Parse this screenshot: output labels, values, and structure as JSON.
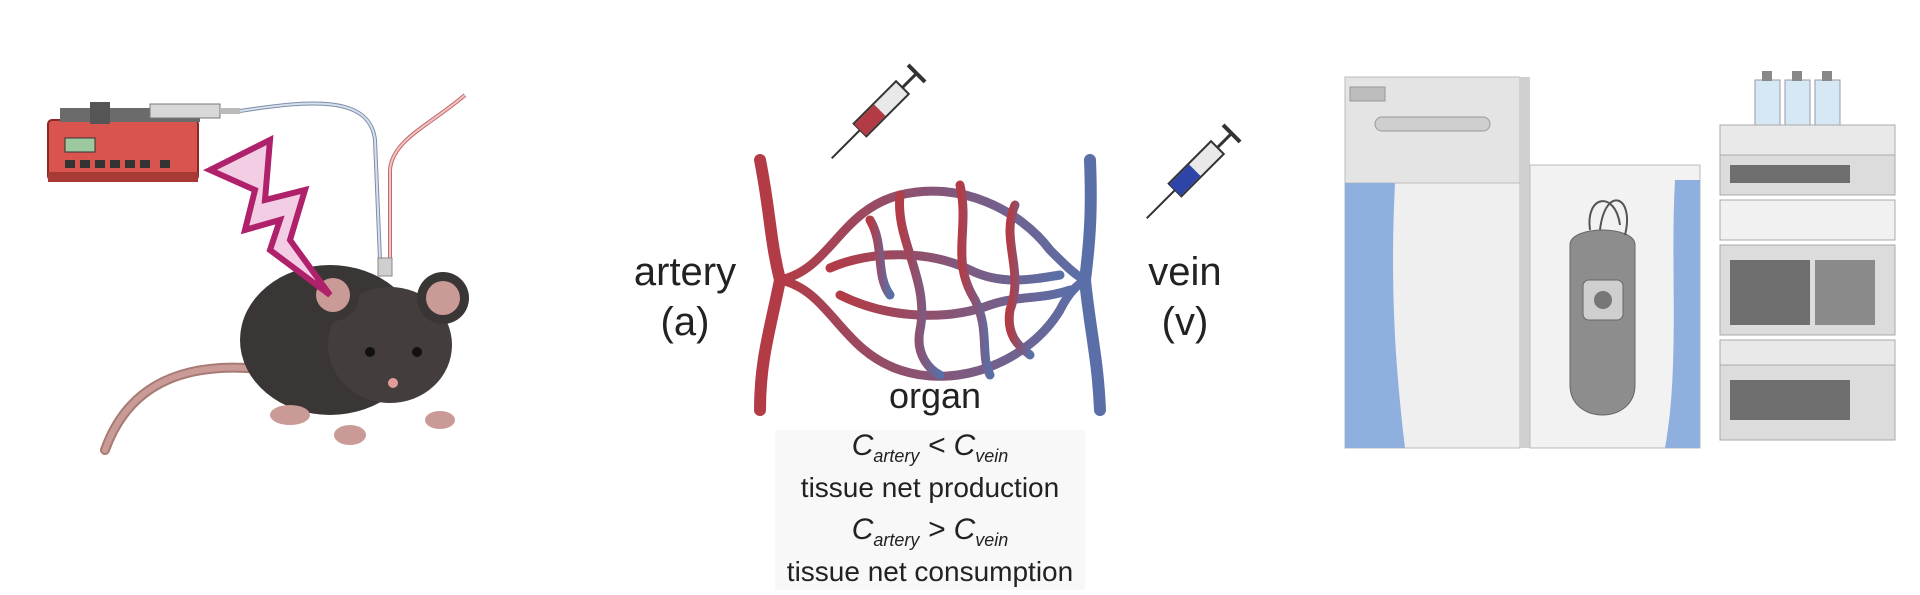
{
  "organ_diagram": {
    "artery": {
      "word": "artery",
      "symbol": "(a)"
    },
    "vein": {
      "word": "vein",
      "symbol": "(v)"
    },
    "organ_label": "organ",
    "conditions": [
      {
        "left_term": "C",
        "left_sub": "artery",
        "operator": "<",
        "right_term": "C",
        "right_sub": "vein",
        "meaning": "tissue net production"
      },
      {
        "left_term": "C",
        "left_sub": "artery",
        "operator": ">",
        "right_term": "C",
        "right_sub": "vein",
        "meaning": "tissue net consumption"
      }
    ]
  },
  "colors": {
    "artery": "#b33b45",
    "vein": "#5a6fa8",
    "mouse_body": "#3a3636",
    "ear_inner": "#c99a96",
    "pump": "#d9534f",
    "lightning": "#b0216c",
    "ms_accent": "#8fb0de"
  },
  "icons": [
    "syringe-pump-icon",
    "mouse-icon",
    "lightning-icon",
    "syringe-icon",
    "mass-spectrometer-icon",
    "lc-system-icon"
  ]
}
